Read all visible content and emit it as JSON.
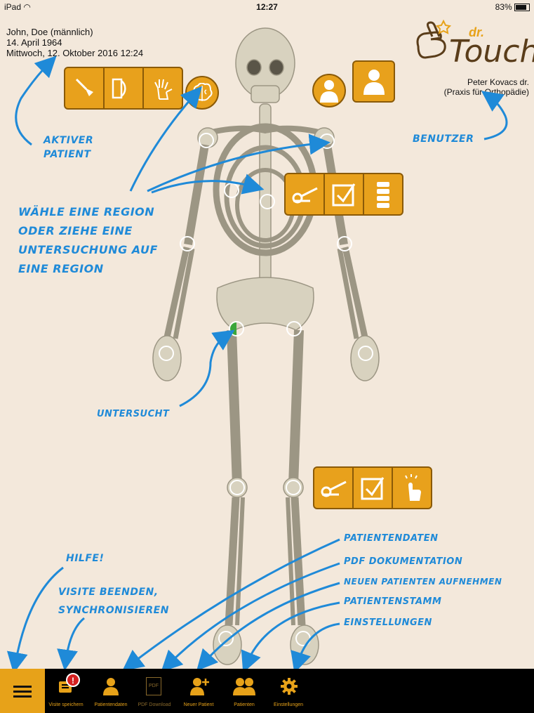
{
  "status_bar": {
    "device": "iPad",
    "wifi_icon": "wifi-icon",
    "time": "12:27",
    "battery": "83%"
  },
  "patient": {
    "name": "John, Doe (männlich)",
    "birthdate": "14. April 1964",
    "visit": "Mittwoch, 12. Oktober 2016 12:24"
  },
  "logo": {
    "text_dr": "dr.",
    "text_touch": "Touch"
  },
  "user": {
    "name": "Peter Kovacs dr.",
    "practice": "(Praxis für Orthopädie)"
  },
  "callouts": {
    "active_patient_1": "Aktiver",
    "active_patient_2": "Patient",
    "user": "Benutzer",
    "region_1": "Wähle eine Region",
    "region_2": "oder Ziehe eine",
    "region_3": "Untersuchung auf",
    "region_4": "eine Region",
    "examined": "untersucht",
    "help": "Hilfe!",
    "end_visit_1": "Visite beenden,",
    "end_visit_2": "synchronisieren",
    "patient_data": "Patientendaten",
    "pdf_doc": "PDF Dokumentation",
    "new_patient": "neuen Patienten aufnehmen",
    "patient_list": "Patientenstamm",
    "settings": "Einstellungen"
  },
  "toolbar": {
    "menu_icon": "hamburger-menu-icon",
    "save_visit": "Visite speichern",
    "save_badge": "!",
    "patient_data": "Patientendaten",
    "pdf_download": "PDF Download",
    "pdf_icon_text": "PDF",
    "new_patient": "Neuer Patient",
    "patients": "Patienten",
    "settings": "Einstellungen"
  },
  "colors": {
    "accent": "#e7a219",
    "callout": "#1f8ad8",
    "background": "#f3e8db",
    "examined": "#3aa63a"
  }
}
